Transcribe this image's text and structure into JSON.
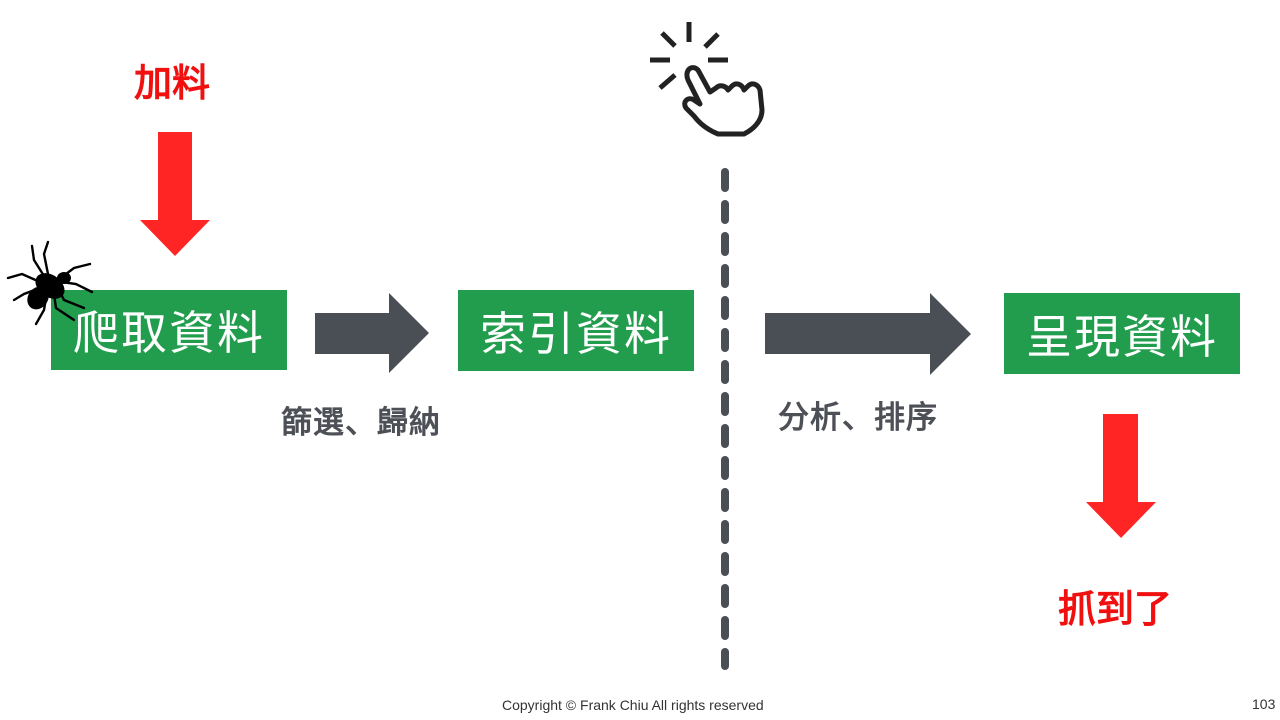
{
  "diagram": {
    "top_label": "加料",
    "bottom_label": "抓到了",
    "boxes": [
      {
        "label": "爬取資料"
      },
      {
        "label": "索引資料"
      },
      {
        "label": "呈現資料"
      }
    ],
    "arrow_labels": [
      {
        "label": "篩選、歸納"
      },
      {
        "label": "分析、排序"
      }
    ],
    "icons": {
      "spider": "spider-icon",
      "click": "hand-click-icon"
    },
    "colors": {
      "box_green": "#229c4d",
      "arrow_gray": "#4a4e55",
      "annotation_red": "#f01010",
      "red_arrow": "#ff2525"
    }
  },
  "footer": {
    "copyright": "Copyright © Frank Chiu All rights reserved",
    "page_number": "103"
  }
}
